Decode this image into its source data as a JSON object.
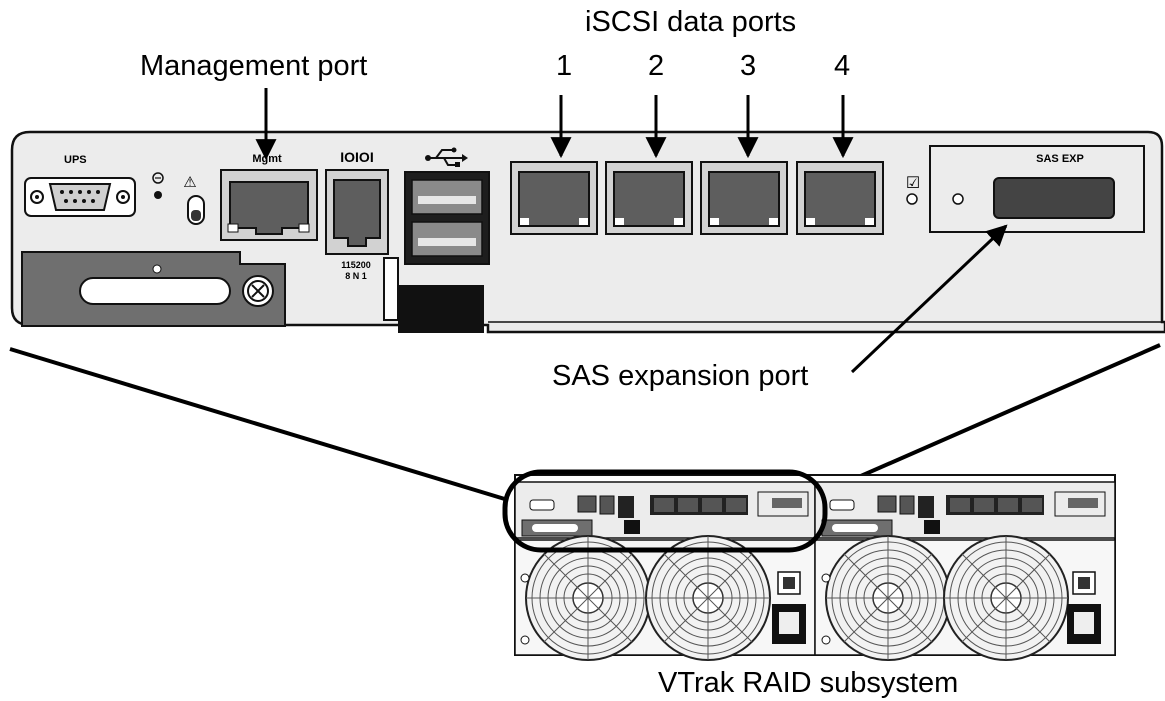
{
  "callouts": {
    "iscsi_title": "iSCSI data ports",
    "management": "Management port",
    "sas_expansion": "SAS expansion port",
    "subsystem": "VTrak RAID subsystem",
    "port_numbers": [
      "1",
      "2",
      "3",
      "4"
    ]
  },
  "panel": {
    "ups": "UPS",
    "mgmt": "Mgmt",
    "serial": "IOIOI",
    "baud": "115200",
    "bits": "8 N 1",
    "sas_exp": "SAS EXP",
    "check": "☑",
    "warning": "⚠"
  },
  "colors": {
    "line": "#000000",
    "panel_fill": "#ececec",
    "port_fill": "#5e5e5e",
    "port_frame": "#d2d2d2",
    "dark_plate": "#6f6f6f"
  },
  "icons": [
    "db9-connector-icon",
    "usb-icon",
    "rj45-port-icon",
    "fan-icon",
    "power-socket-icon",
    "power-switch-icon",
    "screw-icon"
  ]
}
